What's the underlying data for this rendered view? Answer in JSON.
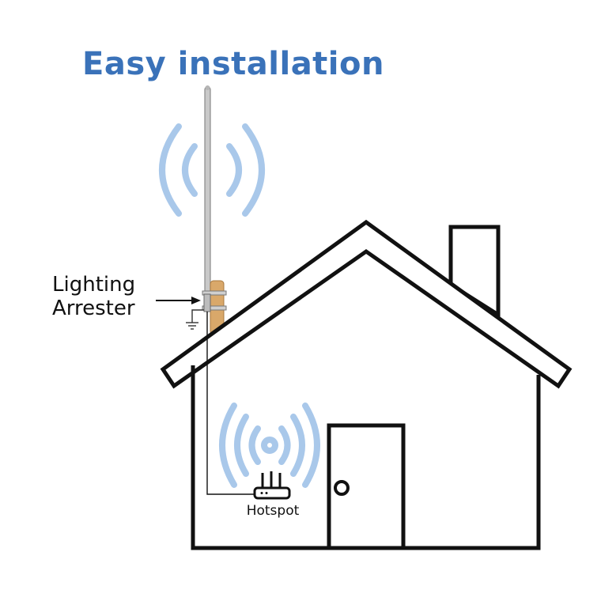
{
  "title": "Easy installation",
  "callout": {
    "line1": "Lighting",
    "line2": "Arrester"
  },
  "hotspot_label": "Hotspot",
  "colors": {
    "title": "#3a72b9",
    "signal_waves": "#a9c8ea",
    "outline": "#111111",
    "mast_wood": "#d9a86a"
  },
  "icons": [
    "wifi-signal-icon",
    "ground-symbol-icon",
    "router-icon",
    "door-knob-icon"
  ]
}
